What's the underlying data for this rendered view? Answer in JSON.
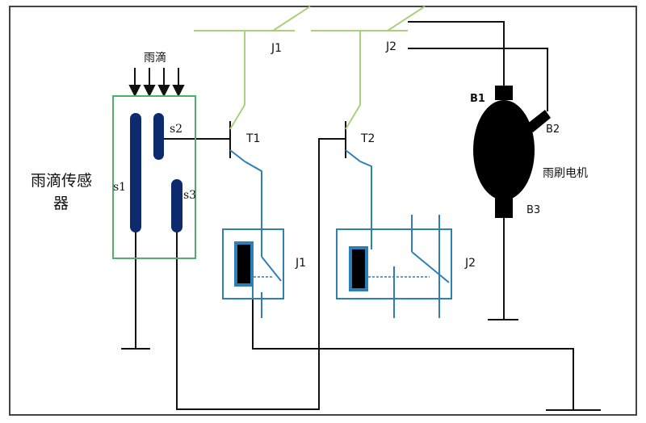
{
  "sensor": {
    "raindrop_label": "雨滴",
    "title_line1": "雨滴传感",
    "title_line2": "器",
    "electrode_s1": "s1",
    "electrode_s2": "s2",
    "electrode_s3": "s3"
  },
  "transistors": {
    "t1_label": "T1",
    "t2_label": "T2"
  },
  "relays": {
    "j1_switch_label": "J1",
    "j2_switch_label": "J2",
    "j1_coil_label": "J1",
    "j2_coil_label": "J2"
  },
  "motor": {
    "b1_label": "B1",
    "b2_label": "B2",
    "b3_label": "B3",
    "name_label": "雨刷电机"
  },
  "colors": {
    "wire": "#111111",
    "supply_wire": "#a9d07a",
    "relay_wire": "#2e7fb8",
    "sensor_box": "#4caf6a",
    "electrode": "#0d2a6e",
    "motor_body": "#000000"
  }
}
